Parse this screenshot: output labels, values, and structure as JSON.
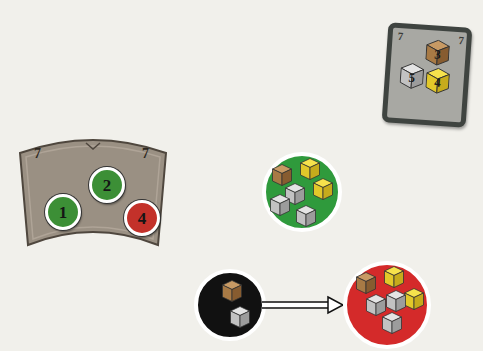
{
  "diagram": {
    "nodes": [
      {
        "text": [
          "7",
          "7"
        ]
      },
      {
        "text": [
          "3"
        ],
        "in": 0
      },
      {
        "text": [
          "5"
        ],
        "in": 0
      },
      {
        "text": [
          "4"
        ],
        "in": 0
      },
      {
        "text": [
          "7",
          "7"
        ]
      },
      {
        "text": [
          "1"
        ],
        "in": 4
      },
      {
        "text": [
          "2"
        ],
        "in": 4
      },
      {
        "text": [
          "4"
        ],
        "in": 4
      }
    ]
  }
}
